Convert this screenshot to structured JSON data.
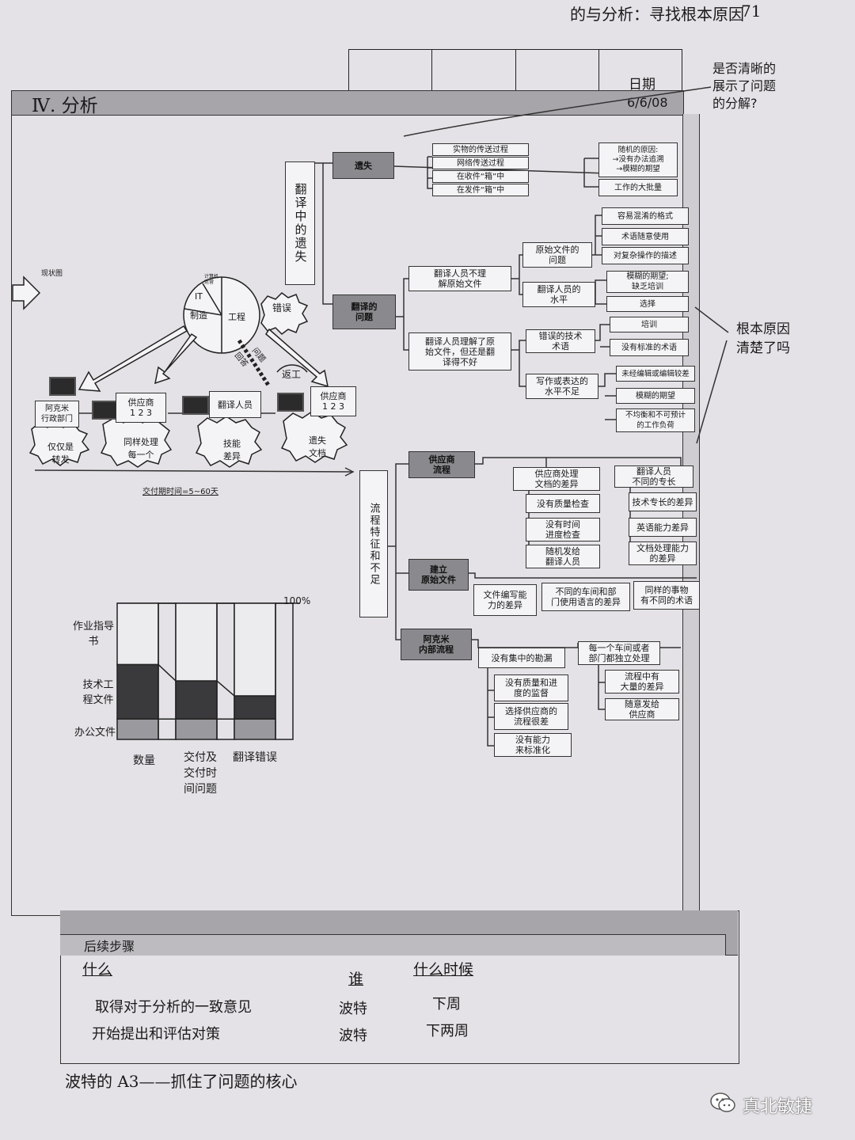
{
  "header": {
    "running_title": "的与分析：寻找根本原因",
    "page_number": "71"
  },
  "date_box": {
    "label": "日期",
    "value": "6/6/08"
  },
  "section_title": "Ⅳ. 分析",
  "annotations": {
    "top": "是否清晰的\n展示了问题\n的分解?",
    "right": "根本原因\n清楚了吗"
  },
  "current_state": {
    "label": "现状图",
    "pie": [
      "IT",
      "制造",
      "工程",
      "计算机运营"
    ],
    "error_label": "错误",
    "question_label": "问题",
    "return_label": "返工",
    "rework_label": "回答",
    "boxes": [
      "阿克米\n行政部门",
      "供应商\n1 2 3",
      "翻译人员",
      "供应商\n1 2 3"
    ],
    "clouds": [
      "仅仅是\n转发",
      "同样处理\n每一个",
      "技能\n差异",
      "遗失\n文档"
    ],
    "lead_time": "交付期时间=5~60天"
  },
  "tree_top": {
    "root": "翻译中的遗失",
    "lost": "遗失",
    "lost_items": [
      "实物的传送过程",
      "网络传送过程",
      "在收件“箱”中",
      "在发件“箱”中"
    ],
    "lost_causes": [
      "随机的原因:\n→没有办法追溯\n→模糊的期望",
      "工作的大批量"
    ],
    "translate": "翻译的\n问题",
    "t1": "翻译人员不理\n解原始文件",
    "t1a": "原始文件的\n问题",
    "t1a_causes": [
      "容易混淆的格式",
      "术语随意使用",
      "对复杂操作的描述"
    ],
    "t1b": "翻译人员的\n水平",
    "t1b_causes": [
      "模糊的期望;\n缺乏培训",
      "选择"
    ],
    "t2": "翻译人员理解了原\n始文件，但还是翻\n译得不好",
    "t2a": "错误的技术\n术语",
    "t2a_causes": [
      "培训",
      "没有标准的术语"
    ],
    "t2b": "写作或表达的\n水平不足",
    "t2b_causes": [
      "未经编辑或编辑较差",
      "模糊的期望",
      "不均衡和不可预计\n的工作负荷"
    ]
  },
  "tree_bottom": {
    "root": "流程特征和不足",
    "supplier": "供应商\n流程",
    "s1": "供应商处理\n文档的差异",
    "s1_causes": [
      "没有质量检查",
      "没有时间\n进度检查",
      "随机发给\n翻译人员"
    ],
    "s2": "翻译人员\n不同的专长",
    "s2_causes": [
      "技术专长的差异",
      "英语能力差异",
      "文档处理能力\n的差异"
    ],
    "create": "建立\n原始文件",
    "create_causes": [
      "文件编写能\n力的差异",
      "不同的车间和部\n门使用语言的差异",
      "同样的事物\n有不同的术语"
    ],
    "acme": "阿克米\n内部流程",
    "a1": "没有集中的勘漏",
    "a1_causes": [
      "没有质量和进\n度的监督",
      "选择供应商的\n流程很差",
      "没有能力\n来标准化"
    ],
    "a2": "每一个车间或者\n部门都独立处理",
    "a2_causes": [
      "流程中有\n大量的差异",
      "随意发给\n供应商"
    ]
  },
  "chart_data": {
    "type": "bar",
    "stacked": true,
    "categories": [
      "数量",
      "交付及\n交付时\n间问题",
      "翻译错误"
    ],
    "series": [
      {
        "name": "办公文件",
        "values": [
          15,
          15,
          15
        ]
      },
      {
        "name": "技术工程文件",
        "values": [
          40,
          28,
          17
        ]
      },
      {
        "name": "作业指导书",
        "values": [
          45,
          57,
          68
        ]
      }
    ],
    "ylim": [
      0,
      100
    ],
    "top_label": "100%",
    "colors": [
      "#9a9a9e",
      "#3a3a3c",
      "#ececee"
    ]
  },
  "next_steps": {
    "title": "后续步骤",
    "headers": [
      "什么",
      "谁",
      "什么时候"
    ],
    "rows": [
      [
        "取得对于分析的一致意见",
        "波特",
        "下周"
      ],
      [
        "开始提出和评估对策",
        "波特",
        "下两周"
      ]
    ]
  },
  "caption": "波特的 A3——抓住了问题的核心",
  "watermark": "真北敏捷"
}
